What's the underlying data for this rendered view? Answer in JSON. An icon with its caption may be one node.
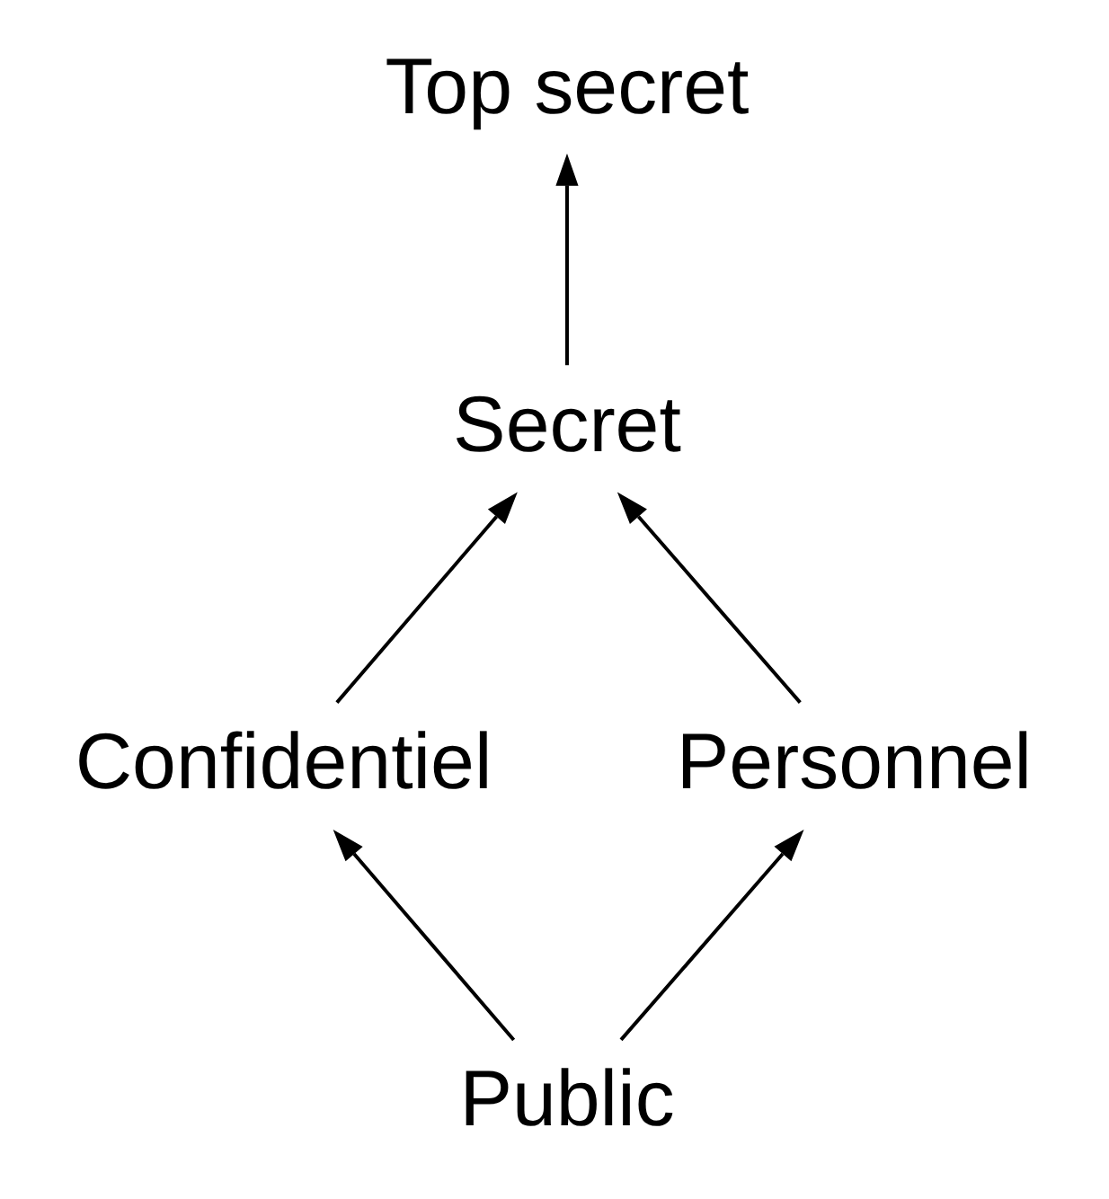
{
  "diagram": {
    "nodes": [
      {
        "text": [
          "Top secret"
        ]
      },
      {
        "text": [
          "Secret"
        ]
      },
      {
        "text": [
          "Confidentiel"
        ]
      },
      {
        "text": [
          "Personnel"
        ]
      },
      {
        "text": [
          "Public"
        ]
      }
    ],
    "edges": [
      {
        "from": 1,
        "to": 0,
        "arrow": "to"
      },
      {
        "from": 2,
        "to": 1,
        "arrow": "to"
      },
      {
        "from": 3,
        "to": 1,
        "arrow": "to"
      },
      {
        "from": 4,
        "to": 2,
        "arrow": "to"
      },
      {
        "from": 4,
        "to": 3,
        "arrow": "to"
      }
    ]
  }
}
